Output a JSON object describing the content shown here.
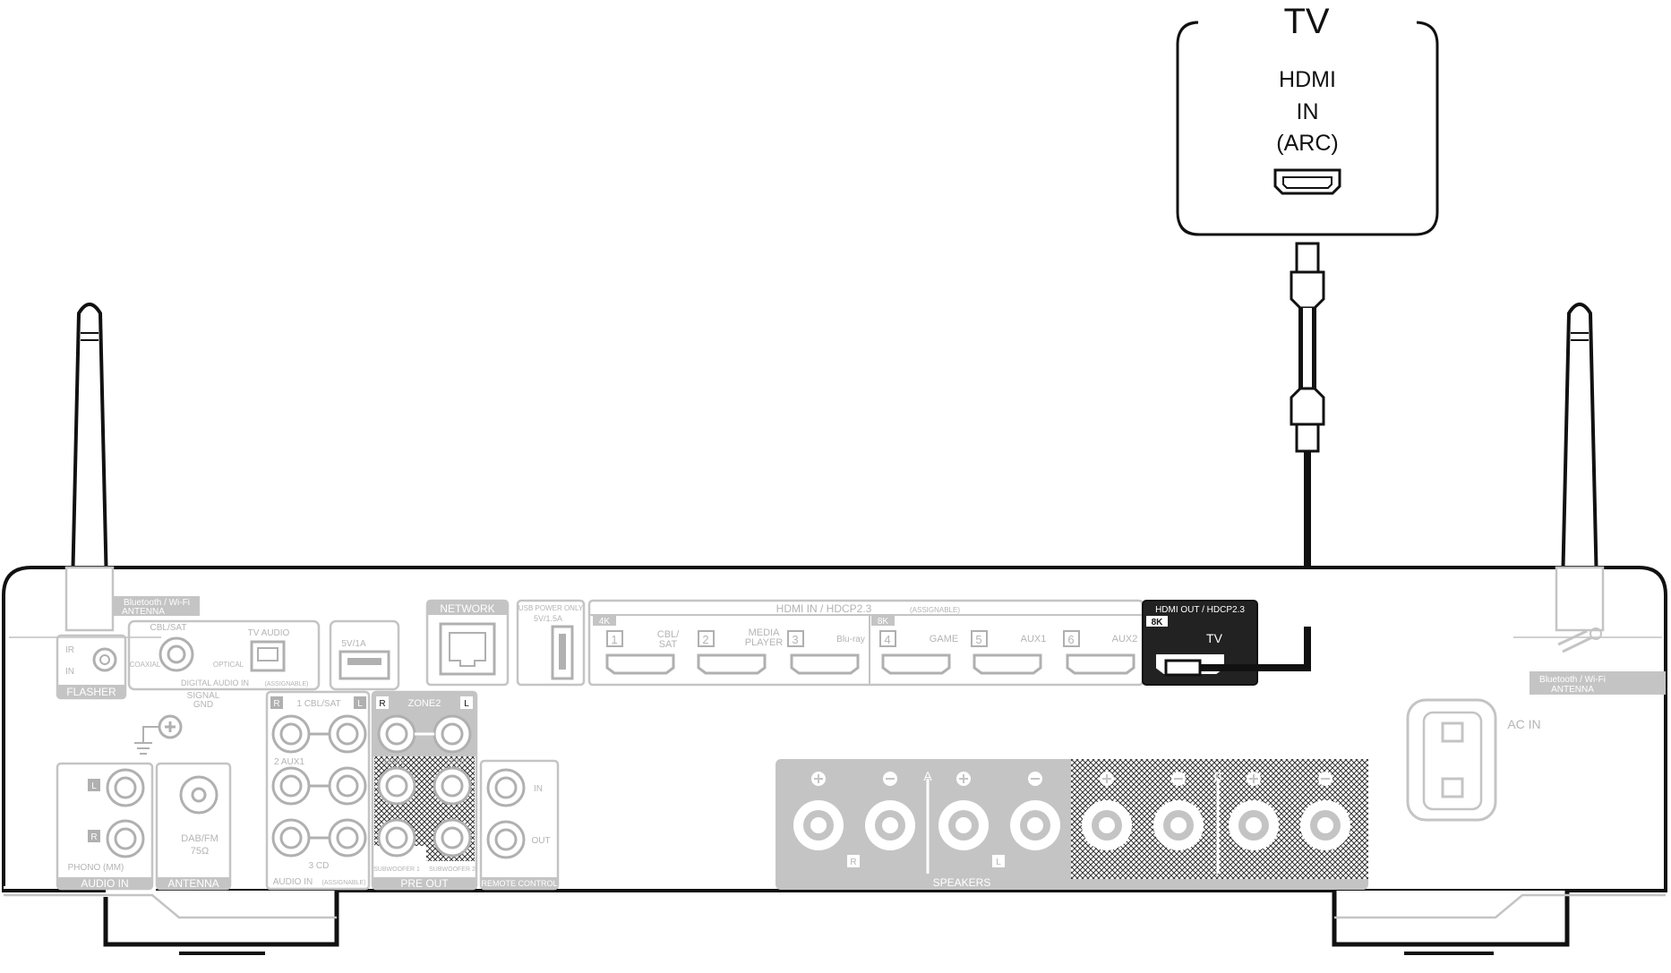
{
  "tv": {
    "title": "TV",
    "hdmi_line1": "HDMI",
    "hdmi_line2": "IN",
    "hdmi_line3": "(ARC)"
  },
  "receiver": {
    "bt_antenna_left": [
      "Bluetooth / Wi-Fi",
      "ANTENNA"
    ],
    "bt_antenna_right": [
      "Bluetooth / Wi-Fi",
      "ANTENNA"
    ],
    "flasher": {
      "title": "FLASHER",
      "ir": "IR",
      "in": "IN"
    },
    "digital_audio": {
      "cbl_sat": "CBL/SAT",
      "tv_audio": "TV AUDIO",
      "coaxial": "COAXIAL",
      "optical": "OPTICAL",
      "title": "DIGITAL AUDIO IN",
      "assignable": "(ASSIGNABLE)"
    },
    "usb": {
      "rating": "5V/1A",
      "power_only": "USB POWER ONLY",
      "power_rating": "5V/1.5A"
    },
    "network": "NETWORK",
    "hdmi_in": {
      "title": "HDMI IN / HDCP2.3",
      "assignable": "(ASSIGNABLE)",
      "badge_4k": "4K",
      "badge_8k": "8K",
      "ports": [
        {
          "num": "1",
          "label": [
            "CBL/",
            "SAT"
          ]
        },
        {
          "num": "2",
          "label": [
            "MEDIA",
            "PLAYER"
          ]
        },
        {
          "num": "3",
          "label": [
            "Blu-ray"
          ]
        },
        {
          "num": "4",
          "label": [
            "GAME"
          ]
        },
        {
          "num": "5",
          "label": [
            "AUX1"
          ]
        },
        {
          "num": "6",
          "label": [
            "AUX2"
          ]
        }
      ]
    },
    "hdmi_out": {
      "title": "HDMI OUT / HDCP2.3",
      "badge": "8K",
      "label": "TV"
    },
    "signal_gnd": [
      "SIGNAL",
      "GND"
    ],
    "audio_in_phono": {
      "l": "L",
      "r": "R",
      "phono": "PHONO (MM)",
      "title": "AUDIO IN"
    },
    "antenna": {
      "dab": "DAB/FM",
      "ohm": "75Ω",
      "title": "ANTENNA"
    },
    "audio_in": {
      "r": "R",
      "l": "L",
      "cbl_sat": "1 CBL/SAT",
      "aux1": "2 AUX1",
      "cd": "3 CD",
      "title": "AUDIO IN",
      "assignable": "(ASSIGNABLE)"
    },
    "zone2": {
      "title": "ZONE2",
      "r": "R",
      "l": "L",
      "main": "MAIN",
      "zone": "ZONE"
    },
    "pre_out": {
      "title": "PRE OUT",
      "sub1": "SUBWOOFER 1",
      "sub2": "SUBWOOFER 2"
    },
    "remote_control": {
      "title": "REMOTE CONTROL",
      "in": "IN",
      "out": "OUT"
    },
    "speakers": {
      "title": "SPEAKERS",
      "a": "A",
      "b": "B",
      "r": "R",
      "l": "L"
    },
    "ac_in": "AC IN"
  }
}
